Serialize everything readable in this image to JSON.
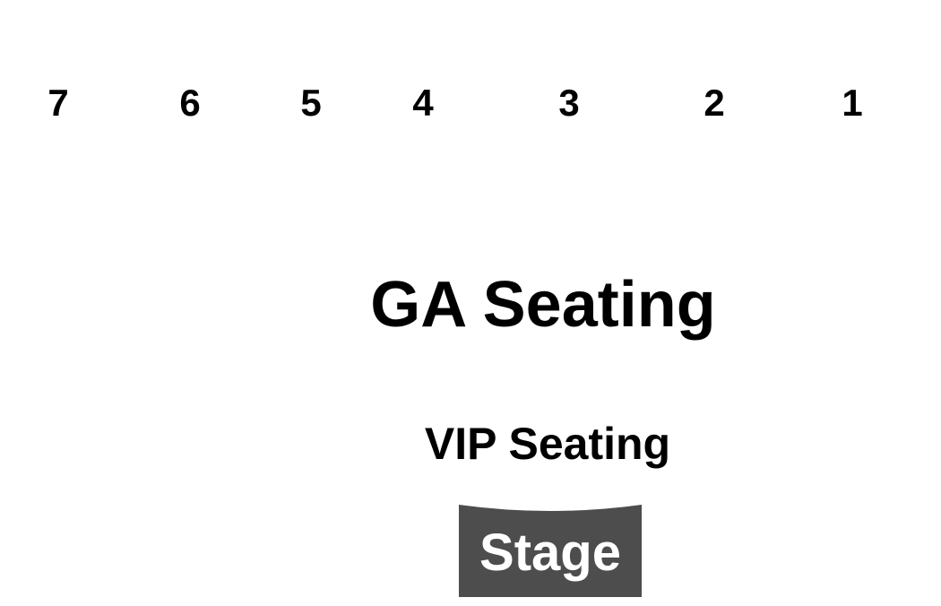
{
  "sections": [
    "7",
    "6",
    "5",
    "4",
    "3",
    "2",
    "1"
  ],
  "ga_label": "GA Seating",
  "vip_label": "VIP Seating",
  "stage_label": "Stage",
  "colors": {
    "background": "#ffffff",
    "text": "#000000",
    "stage_fill": "#4d4d4d",
    "stage_text": "#ffffff"
  }
}
